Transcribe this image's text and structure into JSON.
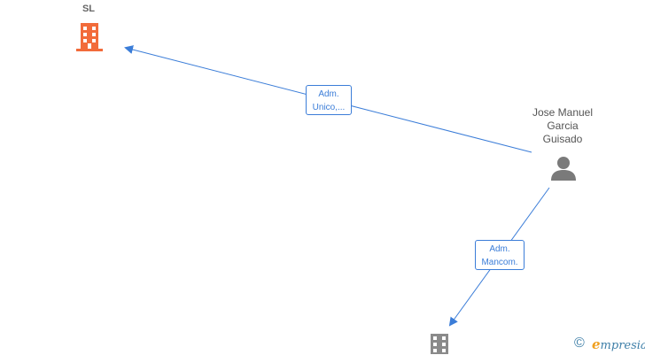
{
  "nodes": {
    "company_top": {
      "label": "SL",
      "color": "#f26b3a"
    },
    "person": {
      "line1": "Jose Manuel",
      "line2": "Garcia",
      "line3": "Guisado",
      "color": "#7a7a7a"
    },
    "company_bottom": {
      "label": "",
      "color": "#8a8a8a"
    }
  },
  "edges": [
    {
      "line1": "Adm.",
      "line2": "Unico,...",
      "color": "#3b7dd8"
    },
    {
      "line1": "Adm.",
      "line2": "Mancom.",
      "color": "#3b7dd8"
    }
  ],
  "footer": {
    "copyright_symbol": "©",
    "brand_initial": "e",
    "brand_rest": "mpresia"
  }
}
